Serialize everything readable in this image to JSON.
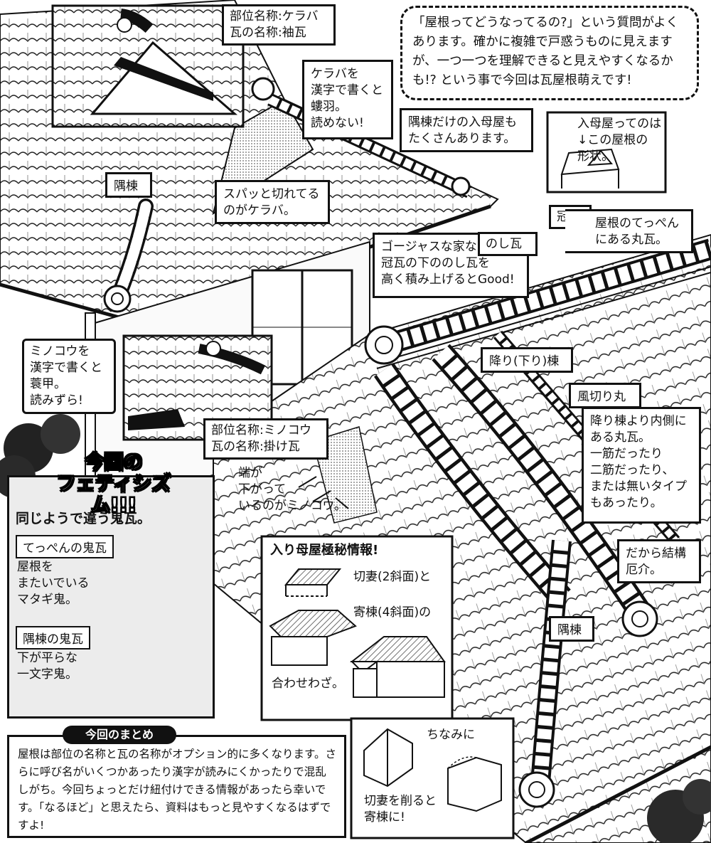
{
  "intro": "「屋根ってどうなってるの?」という質問がよくあります。確かに複雑で戸惑うものに見えますが、一つ一つを理解できると見えやすくなるかも!? という事で今回は瓦屋根萌えです!",
  "keraba_name": "部位名称:ケラバ\n瓦の名称:袖瓦",
  "keraba_kanji": "ケラバを\n漢字で書くと\n螻羽。\n読めない!",
  "keraba_cut": "スパッと切れてる\nのがケラバ。",
  "sumimune_label": "隅棟",
  "irimoya_sumimune": "隅棟だけの入母屋も\nたくさんあります。",
  "irimoya_shape": "入母屋ってのは\n↓この屋根の\n形状。",
  "kanmurigawara_label": "冠瓦",
  "kanmurigawara_desc": "屋根のてっぺん\nにある丸瓦。",
  "noshi_label": "のし瓦",
  "noshi_desc": "ゴージャスな家なら\n冠瓦の下ののし瓦を\n高く積み上げるとGood!",
  "minokou_kanji": "ミノコウを\n漢字で書くと\n蓑甲。\n読みずら!",
  "minokou_name": "部位名称:ミノコウ\n瓦の名称:掛け瓦",
  "minokou_desc": "端が\n下がって\nいるのがミノコウ。",
  "kudari_label": "降り(下り)棟",
  "kazekiri_label": "風切り丸",
  "kazekiri_desc": "降り棟より内側に\nある丸瓦。\n一筋だったり\n二筋だったり、\nまたは無いタイプ\nもあったり。",
  "kekkou": "だから結構\n厄介。",
  "sumimune_label2": "隅棟",
  "fetish_title": "今回の\nフェティシズム!!!",
  "fetish_heading": "同じようで違う鬼瓦。",
  "onigawara_top_label": "てっぺんの鬼瓦",
  "onigawara_top_desc": "屋根を\nまたいでいる\nマタギ鬼。",
  "onigawara_sumi_label": "隅棟の鬼瓦",
  "onigawara_sumi_desc": "下が平らな\n一文字鬼。",
  "secret_title": "入り母屋極秘情報!",
  "secret_kirizuma": "切妻(2斜面)と",
  "secret_yosemune": "寄棟(4斜面)の",
  "secret_awase": "合わせわざ。",
  "chinami": "ちなみに",
  "kirizuma_to_yosemune": "切妻を削ると\n寄棟に!",
  "summary_title": "今回のまとめ",
  "summary_text": "屋根は部位の名称と瓦の名称がオプション的に多くなります。さらに呼び名がいくつかあったり漢字が読みにくかったりで混乱しがち。今回ちょっとだけ紐付けできる情報があったら幸いです。「なるほど」と思えたら、資料はもっと見やすくなるはずですよ!"
}
